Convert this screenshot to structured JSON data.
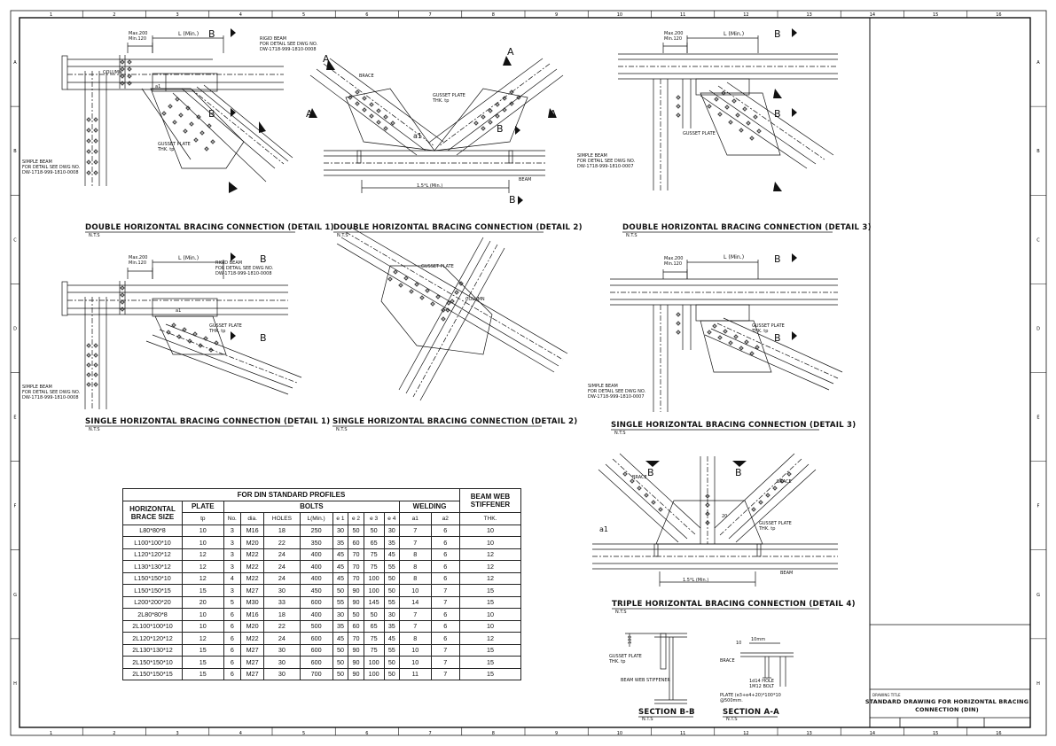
{
  "frame": {
    "col_numbers": [
      "1",
      "2",
      "3",
      "4",
      "5",
      "6",
      "7",
      "8",
      "9",
      "10",
      "11",
      "12",
      "13",
      "14",
      "15",
      "16"
    ],
    "row_letters": [
      "A",
      "B",
      "C",
      "D",
      "E",
      "F",
      "G",
      "H"
    ]
  },
  "details": {
    "d1": {
      "title": "DOUBLE HORIZONTAL BRACING CONNECTION (DETAIL 1)",
      "scale": "N.T.S"
    },
    "d2": {
      "title": "DOUBLE HORIZONTAL BRACING CONNECTION (DETAIL 2)",
      "scale": "N.T.S"
    },
    "d3": {
      "title": "DOUBLE HORIZONTAL BRACING CONNECTION (DETAIL 3)",
      "scale": "N.T.S"
    },
    "s1": {
      "title": "SINGLE HORIZONTAL BRACING CONNECTION (DETAIL 1)",
      "scale": "N.T.S"
    },
    "s2": {
      "title": "SINGLE HORIZONTAL BRACING CONNECTION (DETAIL 2)",
      "scale": "N.T.S"
    },
    "s3": {
      "title": "SINGLE HORIZONTAL BRACING CONNECTION (DETAIL 3)",
      "scale": "N.T.S"
    },
    "t4": {
      "title": "TRIPLE HORIZONTAL BRACING CONNECTION (DETAIL 4)",
      "scale": "N.T.S"
    },
    "sbb": {
      "title": "SECTION B-B",
      "scale": "N.T.S"
    },
    "saa": {
      "title": "SECTION A-A",
      "scale": "N.T.S"
    }
  },
  "annotations": {
    "max200": "Max.200",
    "min120": "Min.120",
    "lmin": "L (Min.)",
    "b": "B",
    "a": "A",
    "rigid_beam": "RIGID BEAM",
    "for_detail": "FOR DETAIL SEE DWG NO.",
    "rigid_dwg": "DW-1718-999-1810-0008",
    "simple_beam": "SIMPLE BEAM",
    "simple_dwg": "DW-1718-999-1810-0008",
    "simple_dwg3": "DW-1718-999-1810-0007",
    "column": "COLUMN",
    "gusset": "GUSSET PLATE",
    "thk": "THK. tp",
    "brace": "BRACE",
    "beam": "BEAM",
    "a1": "a1",
    "thirty": "30",
    "twenty": "20",
    "one_five_l": "1.5*L (Min.)",
    "beam_web_stiff": "BEAM WEB STIFFENER",
    "ten_mm": "10mm",
    "ten": "10",
    "hundred": "100",
    "hole": "1d14 HOLE",
    "bolt": "1M12 BOLT",
    "plate_note": "PLATE (e3+e4+20)*100*10",
    "plate_note2": "@500mm."
  },
  "table": {
    "main_header": "FOR DIN STANDARD PROFILES",
    "col_brace": "HORIZONTAL BRACE SIZE",
    "col_plate": "PLATE",
    "col_bolts": "BOLTS",
    "col_welding": "WELDING",
    "col_stiffener": "BEAM WEB STIFFENER",
    "sub": [
      "tp",
      "No.",
      "dia.",
      "HOLES",
      "L(Min.)",
      "e 1",
      "e 2",
      "e 3",
      "e 4",
      "a1",
      "a2",
      "THK."
    ],
    "rows": [
      [
        "L80*80*8",
        "10",
        "3",
        "M16",
        "18",
        "250",
        "30",
        "50",
        "50",
        "30",
        "7",
        "6",
        "10"
      ],
      [
        "L100*100*10",
        "10",
        "3",
        "M20",
        "22",
        "350",
        "35",
        "60",
        "65",
        "35",
        "7",
        "6",
        "10"
      ],
      [
        "L120*120*12",
        "12",
        "3",
        "M22",
        "24",
        "400",
        "45",
        "70",
        "75",
        "45",
        "8",
        "6",
        "12"
      ],
      [
        "L130*130*12",
        "12",
        "3",
        "M22",
        "24",
        "400",
        "45",
        "70",
        "75",
        "55",
        "8",
        "6",
        "12"
      ],
      [
        "L150*150*10",
        "12",
        "4",
        "M22",
        "24",
        "400",
        "45",
        "70",
        "100",
        "50",
        "8",
        "6",
        "12"
      ],
      [
        "L150*150*15",
        "15",
        "3",
        "M27",
        "30",
        "450",
        "50",
        "90",
        "100",
        "50",
        "10",
        "7",
        "15"
      ],
      [
        "L200*200*20",
        "20",
        "5",
        "M30",
        "33",
        "600",
        "55",
        "90",
        "145",
        "55",
        "14",
        "7",
        "15"
      ],
      [
        "2L80*80*8",
        "10",
        "6",
        "M16",
        "18",
        "400",
        "30",
        "50",
        "50",
        "30",
        "7",
        "6",
        "10"
      ],
      [
        "2L100*100*10",
        "10",
        "6",
        "M20",
        "22",
        "500",
        "35",
        "60",
        "65",
        "35",
        "7",
        "6",
        "10"
      ],
      [
        "2L120*120*12",
        "12",
        "6",
        "M22",
        "24",
        "600",
        "45",
        "70",
        "75",
        "45",
        "8",
        "6",
        "12"
      ],
      [
        "2L130*130*12",
        "15",
        "6",
        "M27",
        "30",
        "600",
        "50",
        "90",
        "75",
        "55",
        "10",
        "7",
        "15"
      ],
      [
        "2L150*150*10",
        "15",
        "6",
        "M27",
        "30",
        "600",
        "50",
        "90",
        "100",
        "50",
        "10",
        "7",
        "15"
      ],
      [
        "2L150*150*15",
        "15",
        "6",
        "M27",
        "30",
        "700",
        "50",
        "90",
        "100",
        "50",
        "11",
        "7",
        "15"
      ]
    ]
  },
  "title_block": {
    "label": "DRAWING TITLE",
    "line1": "STANDARD DRAWING FOR HORIZONTAL BRACING",
    "line2": "CONNECTION (DIN)"
  },
  "colors": {
    "ink": "#111111",
    "paper": "#ffffff"
  }
}
